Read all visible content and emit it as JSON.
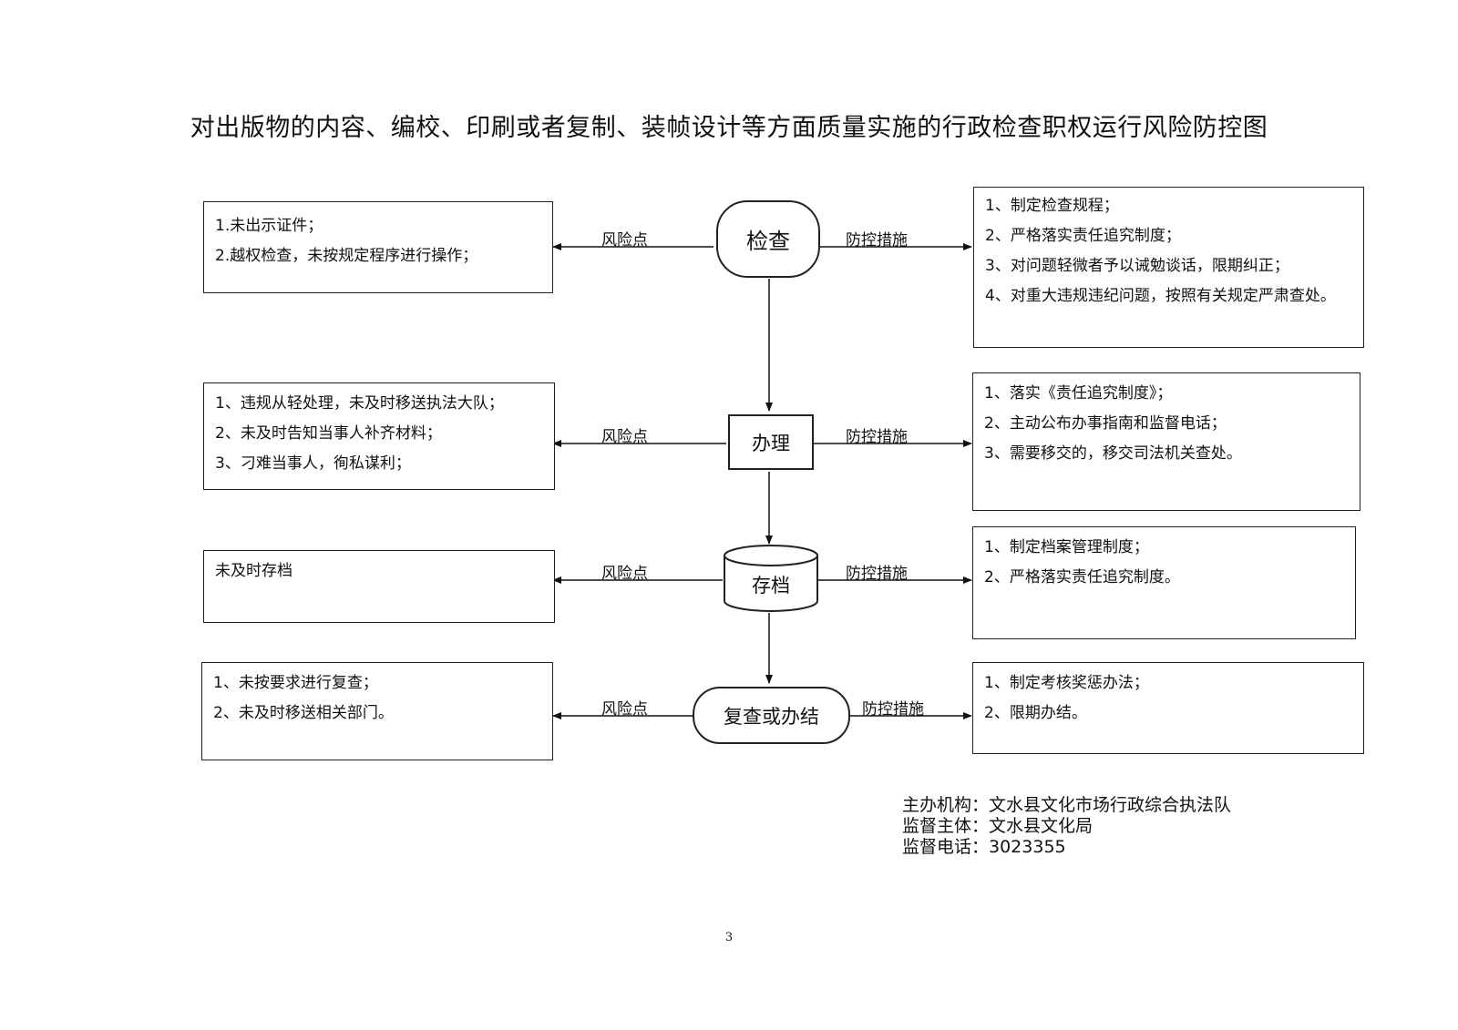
{
  "title": "对出版物的内容、编校、印刷或者复制、装帧设计等方面质量实施的行政检查职权运行风险防控图",
  "steps": [
    {
      "name": "检查",
      "risk_label": "风险点",
      "measure_label": "防控措施",
      "risks": [
        "1.未出示证件；",
        "2.越权检查，未按规定程序进行操作；"
      ],
      "measures": [
        "1、制定检查规程；",
        "2、严格落实责任追究制度；",
        "3、对问题轻微者予以诫勉谈话，限期纠正；",
        "4、对重大违规违纪问题，按照有关规定严肃查处。"
      ]
    },
    {
      "name": "办理",
      "risk_label": "风险点",
      "measure_label": "防控措施",
      "risks": [
        "1、违规从轻处理，未及时移送执法大队；",
        "2、未及时告知当事人补齐材料；",
        "3、刁难当事人，徇私谋利；"
      ],
      "measures": [
        "1、落实《责任追究制度》；",
        "2、主动公布办事指南和监督电话；",
        "3、需要移交的，移交司法机关查处。"
      ]
    },
    {
      "name": "存档",
      "risk_label": "风险点",
      "measure_label": "防控措施",
      "risks": [
        "未及时存档"
      ],
      "measures": [
        "1、制定档案管理制度；",
        "2、严格落实责任追究制度。"
      ]
    },
    {
      "name": "复查或办结",
      "risk_label": "风险点",
      "measure_label": "防控措施",
      "risks": [
        "1、未按要求进行复查；",
        "2、未及时移送相关部门。"
      ],
      "measures": [
        "1、制定考核奖惩办法；",
        "2、限期办结。"
      ]
    }
  ],
  "footer": {
    "organizer": "主办机构：文水县文化市场行政综合执法队",
    "supervisor": "监督主体：文水县文化局",
    "phone": "监督电话：3023355"
  },
  "page_number": "3"
}
